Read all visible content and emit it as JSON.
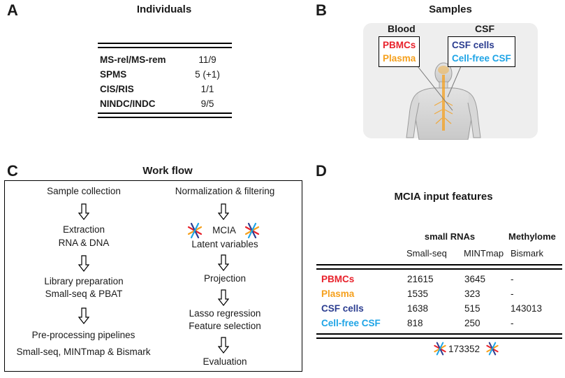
{
  "colors": {
    "pbmcs": "#e8212b",
    "plasma": "#f5a01d",
    "csf_cells": "#2b3d90",
    "cell_free_csf": "#1ea4e6"
  },
  "panelA": {
    "letter": "A",
    "title": "Individuals",
    "rows": [
      {
        "label": "MS-rel/MS-rem",
        "value": "11/9"
      },
      {
        "label": "SPMS",
        "value": "5 (+1)"
      },
      {
        "label": "CIS/RIS",
        "value": "1/1"
      },
      {
        "label": "NINDC/INDC",
        "value": "9/5"
      }
    ]
  },
  "panelB": {
    "letter": "B",
    "title": "Samples",
    "blood": {
      "title": "Blood",
      "items": [
        "PBMCs",
        "Plasma"
      ]
    },
    "csf": {
      "title": "CSF",
      "items": [
        "CSF cells",
        "Cell-free CSF"
      ]
    },
    "figure_icon": "human-body-icon"
  },
  "panelC": {
    "letter": "C",
    "title": "Work flow",
    "left_steps": [
      [
        "Sample collection"
      ],
      [
        "Extraction",
        "RNA & DNA"
      ],
      [
        "Library preparation",
        "Small-seq & PBAT"
      ],
      [
        "Pre-processing pipelines",
        "Small-seq, MINTmap & Bismark"
      ]
    ],
    "right_steps": [
      [
        "Normalization & filtering"
      ],
      [
        "MCIA",
        "Latent variables"
      ],
      [
        "Projection"
      ],
      [
        "Lasso regression",
        "Feature selection"
      ],
      [
        "Evaluation"
      ]
    ],
    "arrow_icon": "down-arrow-icon",
    "mcia_icon": "mcia-axes-icon"
  },
  "panelD": {
    "letter": "D",
    "title": "MCIA input features",
    "group_headers": {
      "small_rnas": "small RNAs",
      "methylome": "Methylome"
    },
    "columns": [
      "Small-seq",
      "MINTmap",
      "Bismark"
    ],
    "rows": [
      {
        "label": "PBMCs",
        "small_seq": "21615",
        "mintmap": "3645",
        "bismark": "-"
      },
      {
        "label": "Plasma",
        "small_seq": "1535",
        "mintmap": "323",
        "bismark": "-"
      },
      {
        "label": "CSF cells",
        "small_seq": "1638",
        "mintmap": "515",
        "bismark": "143013"
      },
      {
        "label": "Cell-free CSF",
        "small_seq": "818",
        "mintmap": "250",
        "bismark": "-"
      }
    ],
    "total": "173352"
  }
}
